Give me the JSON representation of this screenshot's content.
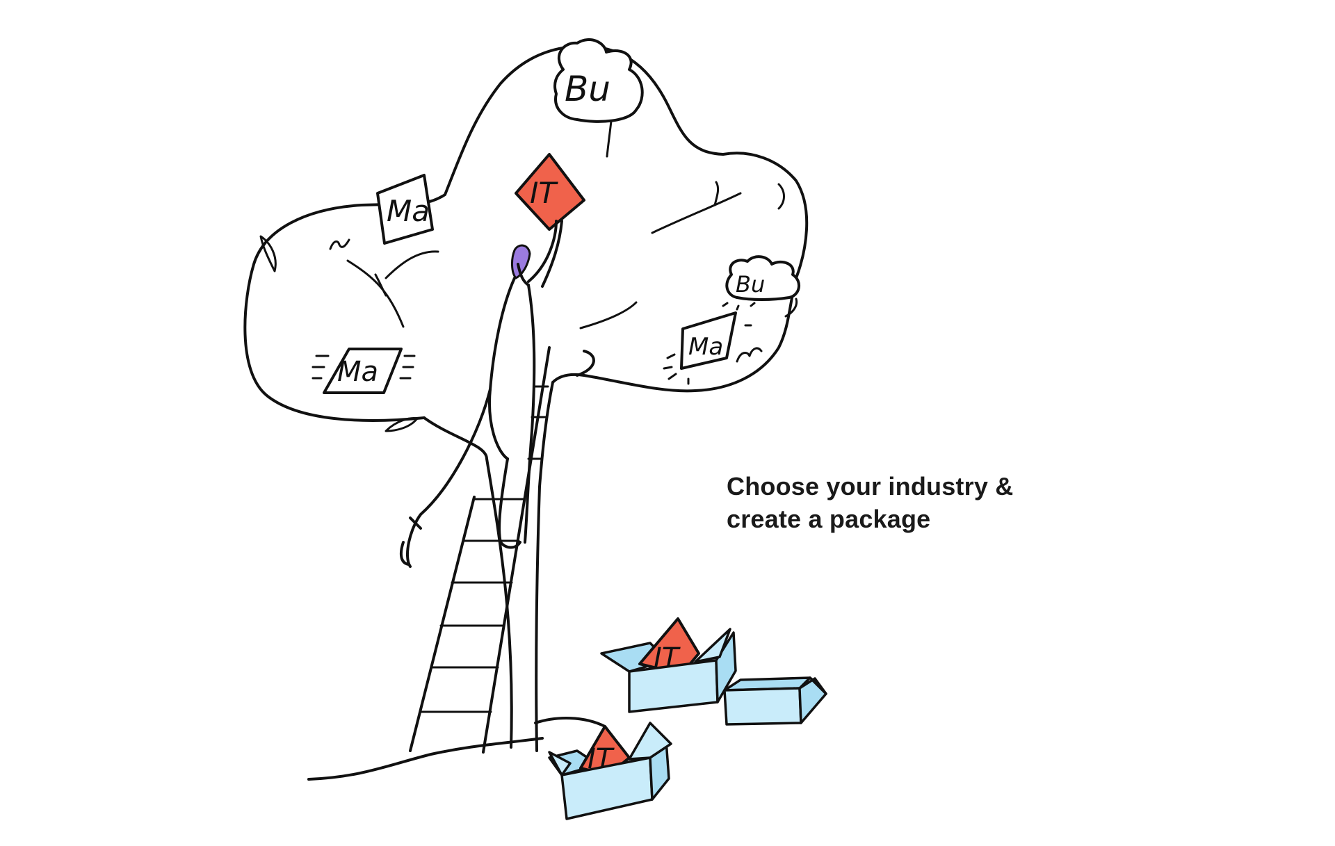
{
  "caption": {
    "line1": "Choose your industry &",
    "line2": "create a package"
  },
  "labels": {
    "bu": "Bu",
    "ma": "Ma",
    "it": "IT"
  },
  "icons": [
    "tree-icon",
    "ladder-icon",
    "person-icon",
    "box-icon"
  ],
  "colors": {
    "accent_red": "#f0624b",
    "box_blue": "#c9ecfa",
    "hair_purple": "#9b7be0",
    "ink": "#111111"
  }
}
